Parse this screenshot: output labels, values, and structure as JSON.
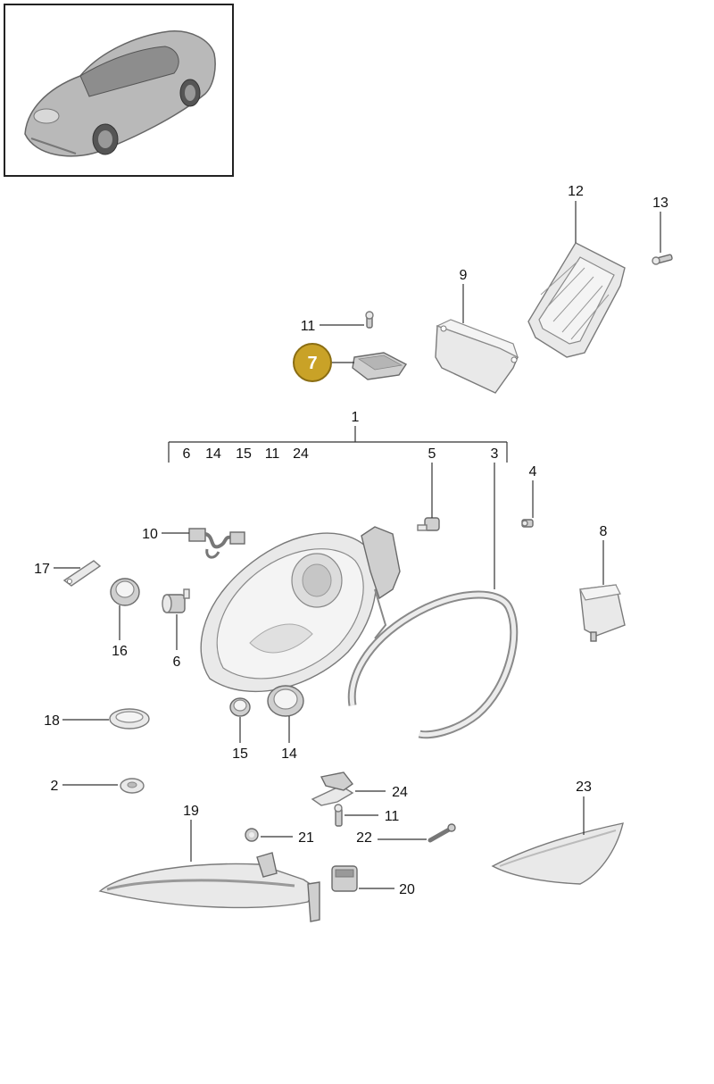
{
  "callouts": {
    "c1": "1",
    "c2": "2",
    "c3": "3",
    "c4": "4",
    "c5": "5",
    "c6": "6",
    "c6_list": "6",
    "c7": "7",
    "c8": "8",
    "c9": "9",
    "c10": "10",
    "c11_top": "11",
    "c11_list": "11",
    "c11_bottom": "11",
    "c12": "12",
    "c13": "13",
    "c14": "14",
    "c14_list": "14",
    "c15": "15",
    "c15_list": "15",
    "c16": "16",
    "c17": "17",
    "c18": "18",
    "c19": "19",
    "c20": "20",
    "c21": "21",
    "c22": "22",
    "c23": "23",
    "c24": "24",
    "c24_list": "24"
  },
  "colors": {
    "highlight_fill": "#c9a227",
    "highlight_stroke": "#8a6d12"
  }
}
